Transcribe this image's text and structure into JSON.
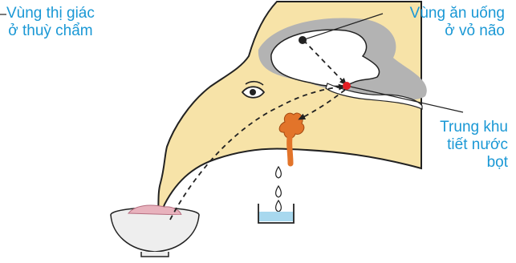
{
  "labels": {
    "visual_area": [
      "Vùng thị giác",
      "ở thuỳ chẩm"
    ],
    "eating_area": [
      "Vùng ăn uống",
      "ở vỏ não"
    ],
    "salivary_center": [
      "Trung khu",
      "tiết nước",
      "bọt"
    ]
  },
  "colors": {
    "head_fill": "#f7e3a8",
    "cortex_gray": "#b3b3b3",
    "brain_white": "#ffffff",
    "label_blue": "#1a98d5",
    "gland_orange": "#e2742a",
    "tongue_pink": "#d86a6a",
    "water_blue": "#a8d8ee",
    "center_red": "#e31e24"
  }
}
